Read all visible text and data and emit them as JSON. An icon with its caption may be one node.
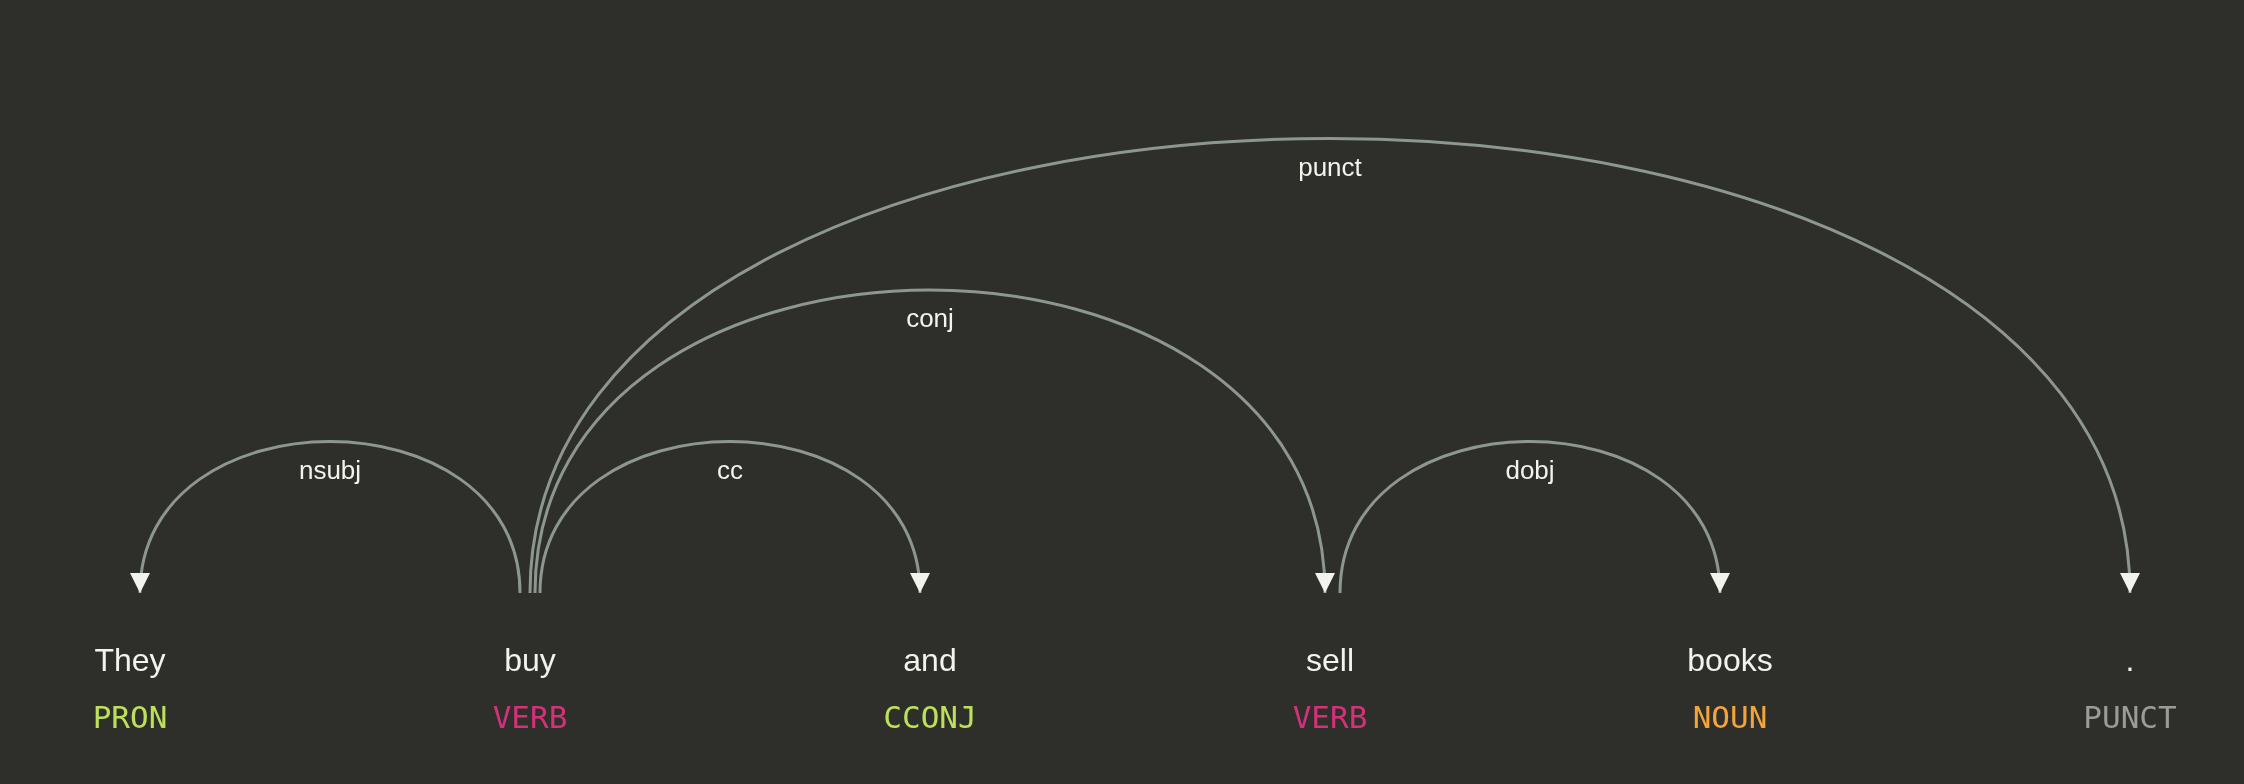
{
  "diagram": {
    "nodes": [
      {
        "text": [
          "They",
          "PRON"
        ]
      },
      {
        "text": [
          "buy",
          "VERB"
        ]
      },
      {
        "text": [
          "and",
          "CCONJ"
        ]
      },
      {
        "text": [
          "sell",
          "VERB"
        ]
      },
      {
        "text": [
          "books",
          "NOUN"
        ]
      },
      {
        "text": [
          ".",
          "PUNCT"
        ]
      }
    ],
    "edges": [
      {
        "from": 1,
        "to": 0,
        "label": "nsubj",
        "arrow": "to"
      },
      {
        "from": 1,
        "to": 2,
        "label": "cc",
        "arrow": "to"
      },
      {
        "from": 1,
        "to": 3,
        "label": "conj",
        "arrow": "to"
      },
      {
        "from": 3,
        "to": 4,
        "label": "dobj",
        "arrow": "to"
      },
      {
        "from": 1,
        "to": 5,
        "label": "punct",
        "arrow": "to"
      }
    ]
  }
}
